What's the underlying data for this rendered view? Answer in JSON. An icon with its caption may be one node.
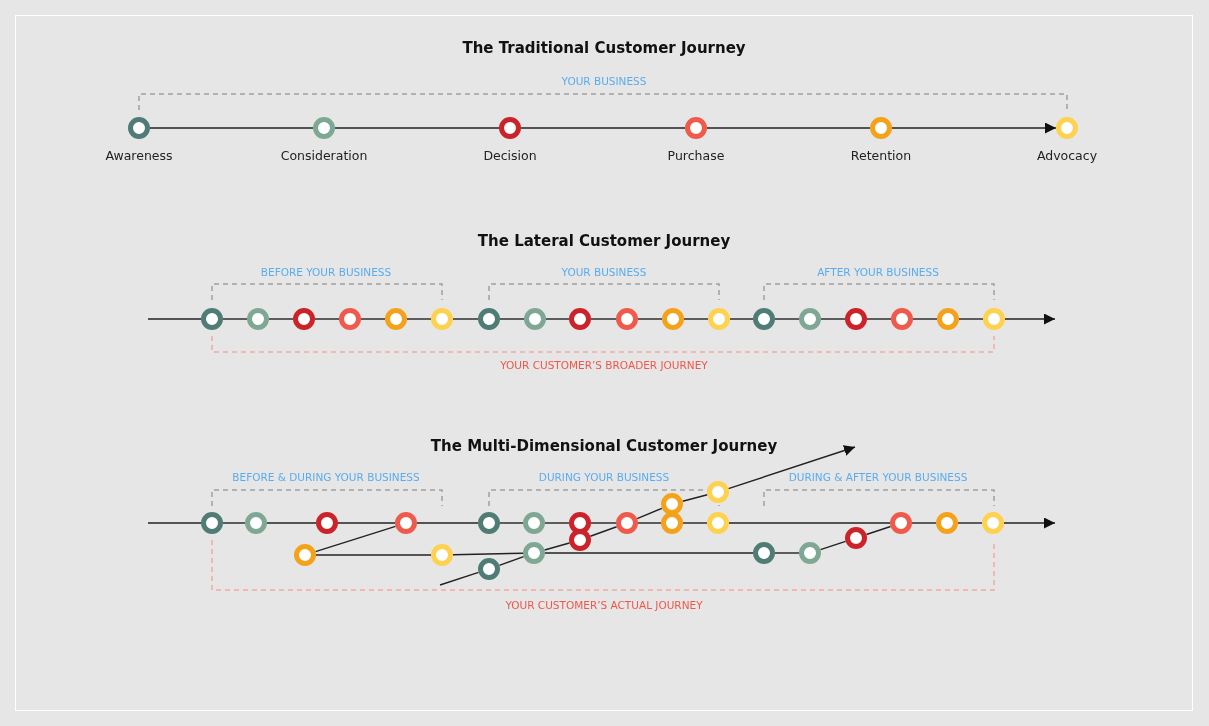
{
  "diagram": {
    "nodes": [
      {
        "text": [],
        "shape": "circle",
        "beside": [
          "Awareness"
        ]
      },
      {
        "text": [],
        "shape": "circle",
        "beside": [
          "Consideration"
        ]
      },
      {
        "text": [],
        "shape": "circle",
        "beside": [
          "Decision"
        ]
      },
      {
        "text": [],
        "shape": "circle",
        "beside": [
          "Purchase"
        ]
      },
      {
        "text": [],
        "shape": "circle",
        "beside": [
          "Retention"
        ]
      },
      {
        "text": [],
        "shape": "circle",
        "beside": [
          "Advocacy"
        ]
      },
      {
        "text": [],
        "shape": "circle"
      },
      {
        "text": [],
        "shape": "circle"
      },
      {
        "text": [],
        "shape": "circle"
      },
      {
        "text": [],
        "shape": "circle"
      },
      {
        "text": [],
        "shape": "circle"
      },
      {
        "text": [],
        "shape": "circle"
      },
      {
        "text": [],
        "shape": "circle"
      },
      {
        "text": [],
        "shape": "circle"
      },
      {
        "text": [],
        "shape": "circle"
      },
      {
        "text": [],
        "shape": "circle"
      },
      {
        "text": [],
        "shape": "circle"
      },
      {
        "text": [],
        "shape": "circle"
      },
      {
        "text": [],
        "shape": "circle"
      },
      {
        "text": [],
        "shape": "circle"
      },
      {
        "text": [],
        "shape": "circle"
      },
      {
        "text": [],
        "shape": "circle"
      },
      {
        "text": [],
        "shape": "circle"
      },
      {
        "text": [],
        "shape": "circle"
      },
      {
        "text": [],
        "shape": "circle"
      },
      {
        "text": [],
        "shape": "circle"
      },
      {
        "text": [],
        "shape": "circle"
      },
      {
        "text": [],
        "shape": "circle"
      },
      {
        "text": [],
        "shape": "circle"
      },
      {
        "text": [],
        "shape": "circle"
      },
      {
        "text": [],
        "shape": "circle"
      },
      {
        "text": [],
        "shape": "circle"
      },
      {
        "text": [],
        "shape": "circle"
      },
      {
        "text": [],
        "shape": "circle"
      },
      {
        "text": [],
        "shape": "circle"
      },
      {
        "text": [],
        "shape": "circle"
      },
      {
        "text": [],
        "shape": "circle"
      },
      {
        "text": [],
        "shape": "circle"
      },
      {
        "text": [],
        "shape": "circle"
      },
      {
        "text": [],
        "shape": "circle"
      },
      {
        "text": [],
        "shape": "circle"
      },
      {
        "text": [],
        "shape": "circle"
      },
      {
        "text": [],
        "shape": "circle"
      },
      {
        "text": [],
        "shape": "circle"
      },
      {
        "text": [],
        "shape": "circle"
      },
      {
        "text": [],
        "shape": "circle"
      },
      {
        "text": [],
        "shape": "circle"
      }
    ],
    "edges": [
      {
        "from": 0,
        "to": 1,
        "arrow": "none"
      },
      {
        "from": 1,
        "to": 2,
        "arrow": "none"
      },
      {
        "from": 2,
        "to": 3,
        "arrow": "none"
      },
      {
        "from": 3,
        "to": 4,
        "arrow": "none"
      },
      {
        "from": 4,
        "to": 5,
        "arrow": "to"
      },
      {
        "from": null,
        "to": 6,
        "arrow": "none"
      },
      {
        "from": 6,
        "to": 7,
        "arrow": "none"
      },
      {
        "from": 7,
        "to": 8,
        "arrow": "none"
      },
      {
        "from": 8,
        "to": 9,
        "arrow": "none"
      },
      {
        "from": 9,
        "to": 10,
        "arrow": "none"
      },
      {
        "from": 10,
        "to": 11,
        "arrow": "none"
      },
      {
        "from": 11,
        "to": 12,
        "arrow": "none"
      },
      {
        "from": 12,
        "to": 13,
        "arrow": "none"
      },
      {
        "from": 13,
        "to": 14,
        "arrow": "none"
      },
      {
        "from": 14,
        "to": 15,
        "arrow": "none"
      },
      {
        "from": 15,
        "to": 16,
        "arrow": "none"
      },
      {
        "from": 16,
        "to": 17,
        "arrow": "none"
      },
      {
        "from": 17,
        "to": 18,
        "arrow": "none"
      },
      {
        "from": 18,
        "to": 19,
        "arrow": "none"
      },
      {
        "from": 19,
        "to": 20,
        "arrow": "none"
      },
      {
        "from": 20,
        "to": 21,
        "arrow": "none"
      },
      {
        "from": 21,
        "to": 22,
        "arrow": "none"
      },
      {
        "from": 22,
        "to": 23,
        "arrow": "none"
      },
      {
        "from": 23,
        "to": null,
        "arrow": "to"
      },
      {
        "from": null,
        "to": 24,
        "arrow": "none"
      },
      {
        "from": 24,
        "to": 25,
        "arrow": "none"
      },
      {
        "from": 25,
        "to": 26,
        "arrow": "none"
      },
      {
        "from": 26,
        "to": 27,
        "arrow": "none"
      },
      {
        "from": 27,
        "to": 28,
        "arrow": "none"
      },
      {
        "from": 28,
        "to": 29,
        "arrow": "none"
      },
      {
        "from": 29,
        "to": 30,
        "arrow": "none"
      },
      {
        "from": 30,
        "to": 31,
        "arrow": "none"
      },
      {
        "from": 31,
        "to": 32,
        "arrow": "none"
      },
      {
        "from": 32,
        "to": 33,
        "arrow": "none"
      },
      {
        "from": 33,
        "to": 34,
        "arrow": "none"
      },
      {
        "from": 34,
        "to": 35,
        "arrow": "none"
      },
      {
        "from": 35,
        "to": 36,
        "arrow": "none"
      },
      {
        "from": 36,
        "to": null,
        "arrow": "to"
      },
      {
        "from": 37,
        "to": 27,
        "arrow": "none"
      },
      {
        "from": 37,
        "to": 38,
        "arrow": "none"
      },
      {
        "from": 38,
        "to": 40,
        "arrow": "none"
      },
      {
        "from": 40,
        "to": 44,
        "arrow": "none"
      },
      {
        "from": 44,
        "to": 45,
        "arrow": "none"
      },
      {
        "from": 45,
        "to": 46,
        "arrow": "none"
      },
      {
        "from": 46,
        "to": 34,
        "arrow": "none"
      },
      {
        "from": null,
        "to": 39,
        "arrow": "none"
      },
      {
        "from": 39,
        "to": 40,
        "arrow": "none"
      },
      {
        "from": 40,
        "to": 41,
        "arrow": "none"
      },
      {
        "from": 41,
        "to": 31,
        "arrow": "none"
      },
      {
        "from": 31,
        "to": 42,
        "arrow": "none"
      },
      {
        "from": 42,
        "to": 43,
        "arrow": "none"
      },
      {
        "from": 43,
        "to": null,
        "arrow": "to"
      }
    ],
    "labels": [
      "The Traditional Customer Journey",
      "YOUR BUSINESS",
      "The Lateral Customer Journey",
      "BEFORE YOUR BUSINESS",
      "YOUR BUSINESS",
      "AFTER YOUR BUSINESS",
      "YOUR CUSTOMER’S BROADER JOURNEY",
      "The Multi-Dimensional Customer Journey",
      "BEFORE & DURING YOUR BUSINESS",
      "DURING YOUR BUSINESS",
      "DURING & AFTER YOUR BUSINESS",
      "YOUR CUSTOMER’S ACTUAL JOURNEY"
    ]
  }
}
